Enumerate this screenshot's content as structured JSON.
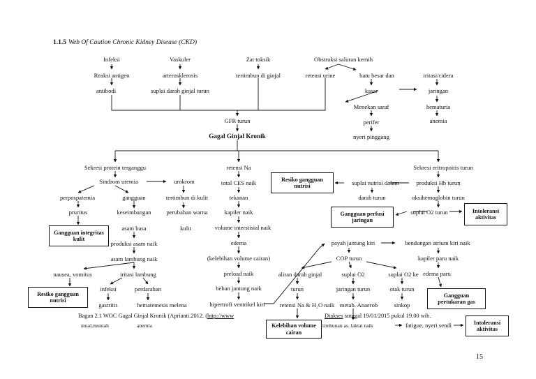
{
  "heading": {
    "number": "1.1.5",
    "title": "Web Of Caution Chronic Kidney Disease (CKD)"
  },
  "nodes": {
    "infeksi": "Infeksi",
    "reaksi_antigen": "Reaksi antigen",
    "antibodi": "antibodi",
    "vaskuler": "Vaskuler",
    "arterosklerosis": "arterosklerosis",
    "suplai_darah_ginjal": "suplai darah ginjal turun",
    "zat_toksik": "Zat toksik",
    "tertimbun_ginjal": "tertimbun di ginjal",
    "obstruksi": "Obstruksi saluran kemih",
    "retensi_urine": "retensi urine",
    "batu_besar": "batu besar dan",
    "kasar": "kasar",
    "menekan_saraf": "Menekan saraf",
    "perifer": "perifer",
    "nyeri_pinggang": "nyeri pinggang",
    "iritasi_cidera": "iritasi/cidera",
    "jaringan": "jaringan",
    "hematuria": "hematuria",
    "anemia_top": "anemia",
    "gfr_turun": "GFR turun",
    "ggk": "Gagal Ginjal Kronik",
    "sekresi_protein": "Sekresi protein terganggu",
    "sindrom_uremia": "Sindrom uremia",
    "urokrom": "urokrom",
    "perpospatemia": "perpospatemia",
    "pruritus": "pruritus",
    "gangguan_keseimbangan": "gangguan",
    "keseimbangan": "keseimbangan",
    "asam_basa": "asam basa",
    "produksi_asam": "produksi asam naik",
    "asam_lambung": "asam lambung naik",
    "nausea": "nausea, vomitus",
    "iritasi_lambung": "iritasi lambung",
    "infeksi2": "infeksi",
    "perdarahan": "perdarahan",
    "gastritis": "gastritis",
    "hematemesis": "hematemesis melena",
    "mual": "mual,muntah",
    "anemia_bottom": "anemia",
    "tertimbun_kulit": "tertimbun di kulit",
    "perubahan_warna": "perubahan warna",
    "kulit": "kulit",
    "retensi_na": "retensi Na",
    "total_ces": "total CES naik",
    "tekanan": "tekanan",
    "kapiler_naik": "kapiler naik",
    "volume_interstisial": "volume interstisial naik",
    "edema": "edema",
    "kelebihan_volume": "(kelebihan volume cairan)",
    "preload": "preload naik",
    "beban_jantung": "beban jantung naik",
    "hipertrofi": "hipertrofi ventrikel kiri",
    "payah_jantung": "payah jantung kiri",
    "bendungan_atrium": "bendungan atrium kiri naik",
    "kapiler_paru": "kapiler paru naik",
    "edema_paru": "edema paru",
    "cop_turun": "COP turun",
    "aliran_darah": "aliran darah ginjal",
    "turun": "turun",
    "retensi_na_h2o": "retensi Na & H₂O naik",
    "suplai_o2": "suplai O2",
    "jaringan_turun": "jaringan turun",
    "metab_anaerob": "metab. Anaerob",
    "timbunan": "timbunan as. laktat naik",
    "fatigue": "fatigue, nyeri sendi",
    "suplai_o2_ke": "suplai O2 ke",
    "otak_turun": "otak turun",
    "sinkop": "sinkop",
    "sekresi_eritropoitis": "Sekresi eritropoitis turun",
    "produksi_hb": "produksi Hb turun",
    "oksihemoglobin": "oksihemoglobin turun",
    "suplai_o2_turun": "suplai O2 turun",
    "suplai_nutrisi": "suplai nutrisi dalam",
    "darah_turun": "darah turun"
  },
  "boxes": {
    "resiko_nutrisi_mid": "Resiko gangguan nutrisi",
    "gangguan_integritas": "Gangguan integritas kulit",
    "resiko_nutrisi_left": "Resiko gangguan nutrisi",
    "gangguan_perfusi": "Gangguan perfusi jaringan",
    "intoleransi_1": "Intoleransi aktivitas",
    "kelebihan_cairan": "Kelebihan volume cairan",
    "gangguan_pertukaran": "Gangguan pertukaran gas",
    "intoleransi_2": "Intoleransi aktivitas"
  },
  "caption": {
    "prefix": "Bagan 2.1 WOC Gagal Ginjal Kronik (Aprianti.2012. (",
    "link": "http://www",
    "middle": "",
    "diakses": "Diakses",
    "suffix": " tanggal 19/01/2015 pukul 19.00 wib."
  },
  "page_number": "15"
}
